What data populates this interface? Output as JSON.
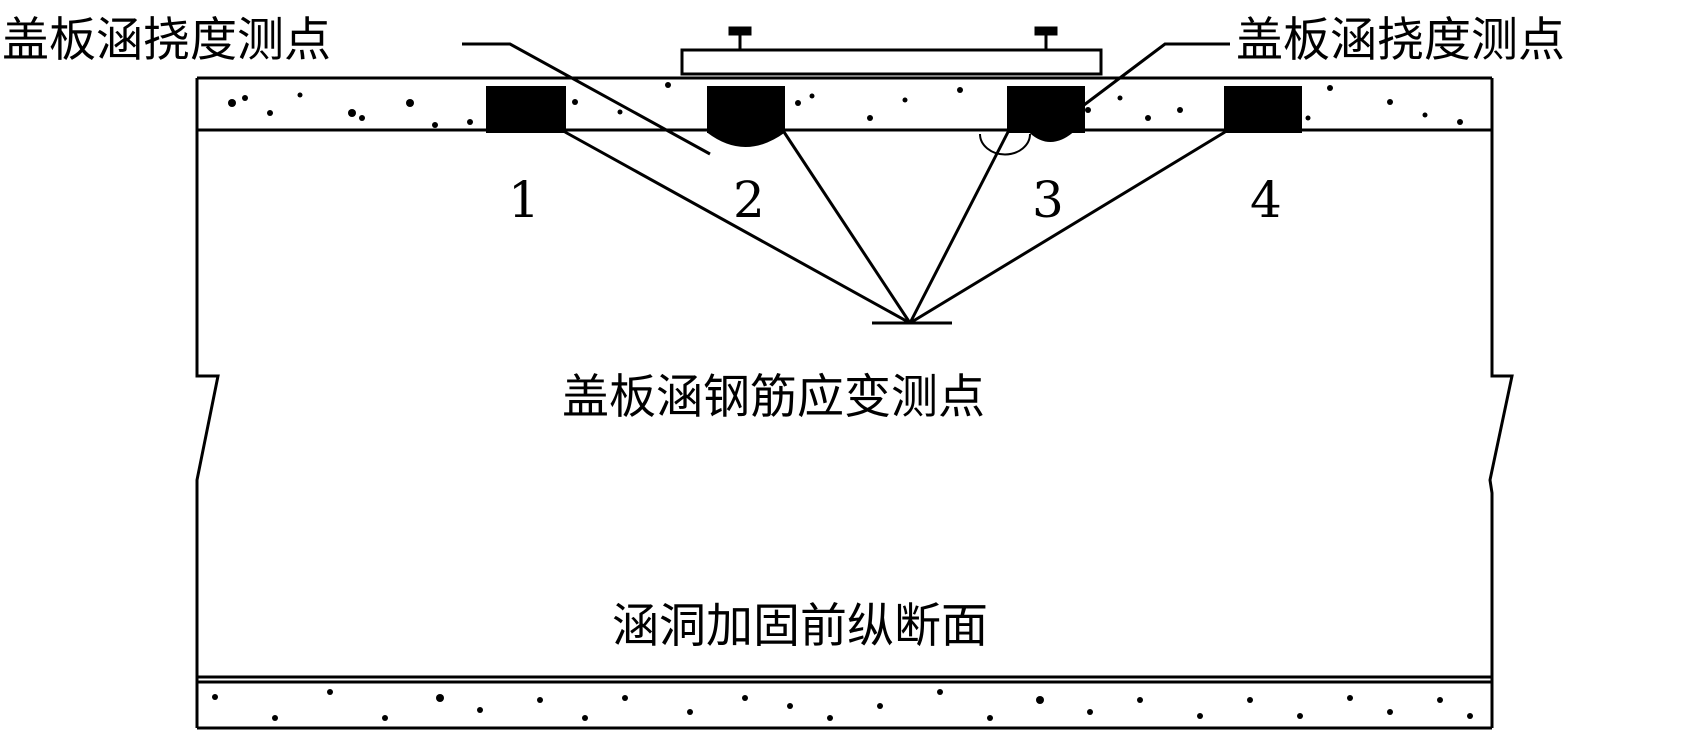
{
  "labels": {
    "deflection_left": "盖板涵挠度测点",
    "deflection_right": "盖板涵挠度测点",
    "strain": "盖板涵钢筋应变测点",
    "section": "涵洞加固前纵断面"
  },
  "strain_points": [
    {
      "number": "1"
    },
    {
      "number": "2"
    },
    {
      "number": "3"
    },
    {
      "number": "4"
    }
  ],
  "colors": {
    "line": "#000000",
    "fill_block": "#000000",
    "background": "#ffffff"
  }
}
